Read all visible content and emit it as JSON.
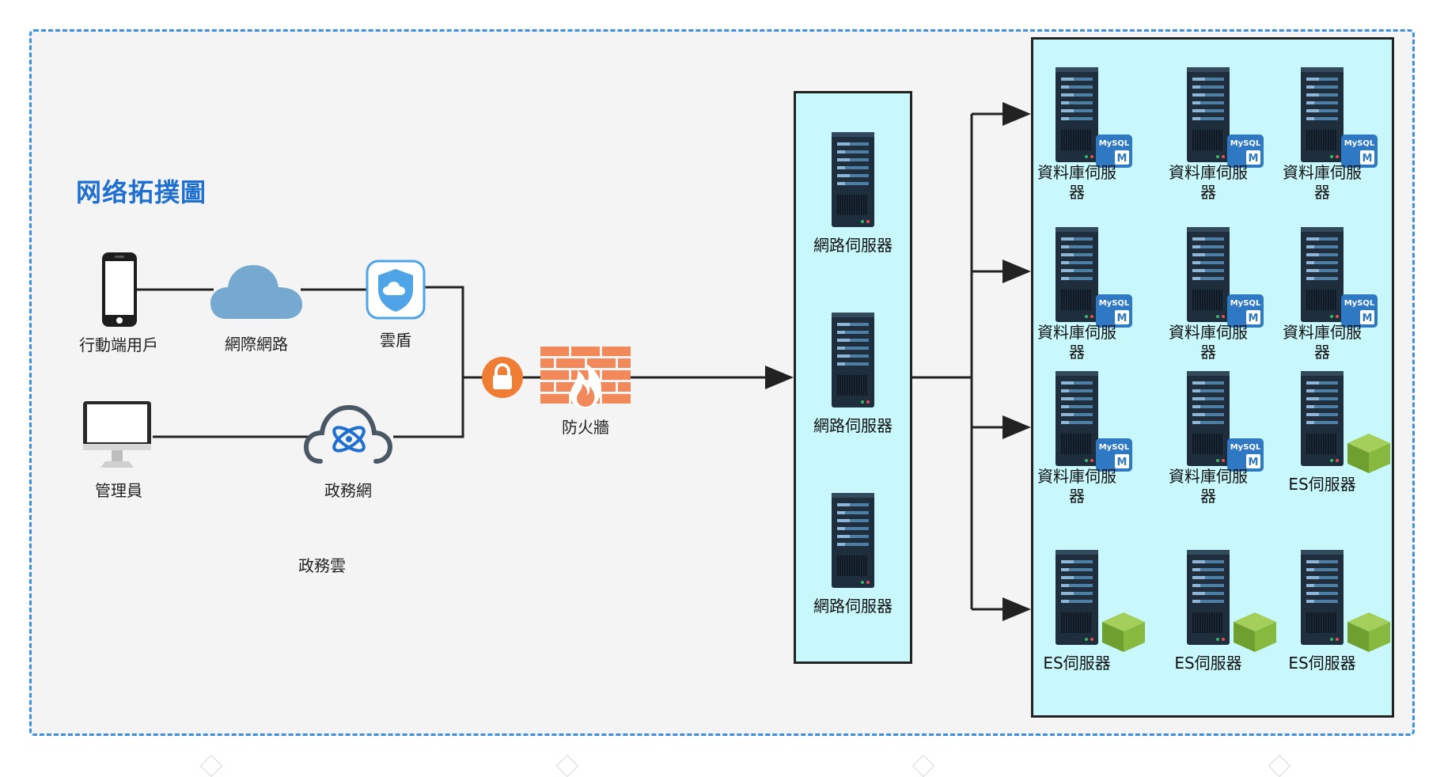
{
  "diagram": {
    "title": "网络拓撲圖",
    "nodes": {
      "mobile_user": "行動端用戶",
      "internet": "網際網路",
      "cloud_shield": "雲盾",
      "admin": "管理員",
      "gov_net": "政務網",
      "gov_cloud": "政務雲",
      "firewall": "防火牆"
    },
    "web_servers": [
      "網路伺服器",
      "網路伺服器",
      "網路伺服器"
    ],
    "backend_servers": [
      {
        "label": "資料庫伺服器",
        "badge": "MySQL",
        "kind": "mysql"
      },
      {
        "label": "資料庫伺服器",
        "badge": "MySQL",
        "kind": "mysql"
      },
      {
        "label": "資料庫伺服器",
        "badge": "MySQL",
        "kind": "mysql"
      },
      {
        "label": "資料庫伺服器",
        "badge": "MySQL",
        "kind": "mysql"
      },
      {
        "label": "資料庫伺服器",
        "badge": "MySQL",
        "kind": "mysql"
      },
      {
        "label": "資料庫伺服器",
        "badge": "MySQL",
        "kind": "mysql"
      },
      {
        "label": "資料庫伺服器",
        "badge": "MySQL",
        "kind": "mysql"
      },
      {
        "label": "資料庫伺服器",
        "badge": "MySQL",
        "kind": "mysql"
      },
      {
        "label": "ES伺服器",
        "badge": "",
        "kind": "es"
      },
      {
        "label": "ES伺服器",
        "badge": "",
        "kind": "es"
      },
      {
        "label": "ES伺服器",
        "badge": "",
        "kind": "es"
      },
      {
        "label": "ES伺服器",
        "badge": "",
        "kind": "es"
      }
    ]
  },
  "colors": {
    "frame_border": "#3d8fdc",
    "title": "#1f6fd1",
    "zone_fill": "#c8f8fb",
    "cloud": "#76a9cf",
    "shield": "#4ea4e6",
    "firewall": "#f2895b",
    "lock": "#f07d34",
    "server_body": "#1e2e3d",
    "server_stripe": "#4e7ea3",
    "mysql_badge": "#2f78c4",
    "es_cube": "#7eb23a"
  }
}
